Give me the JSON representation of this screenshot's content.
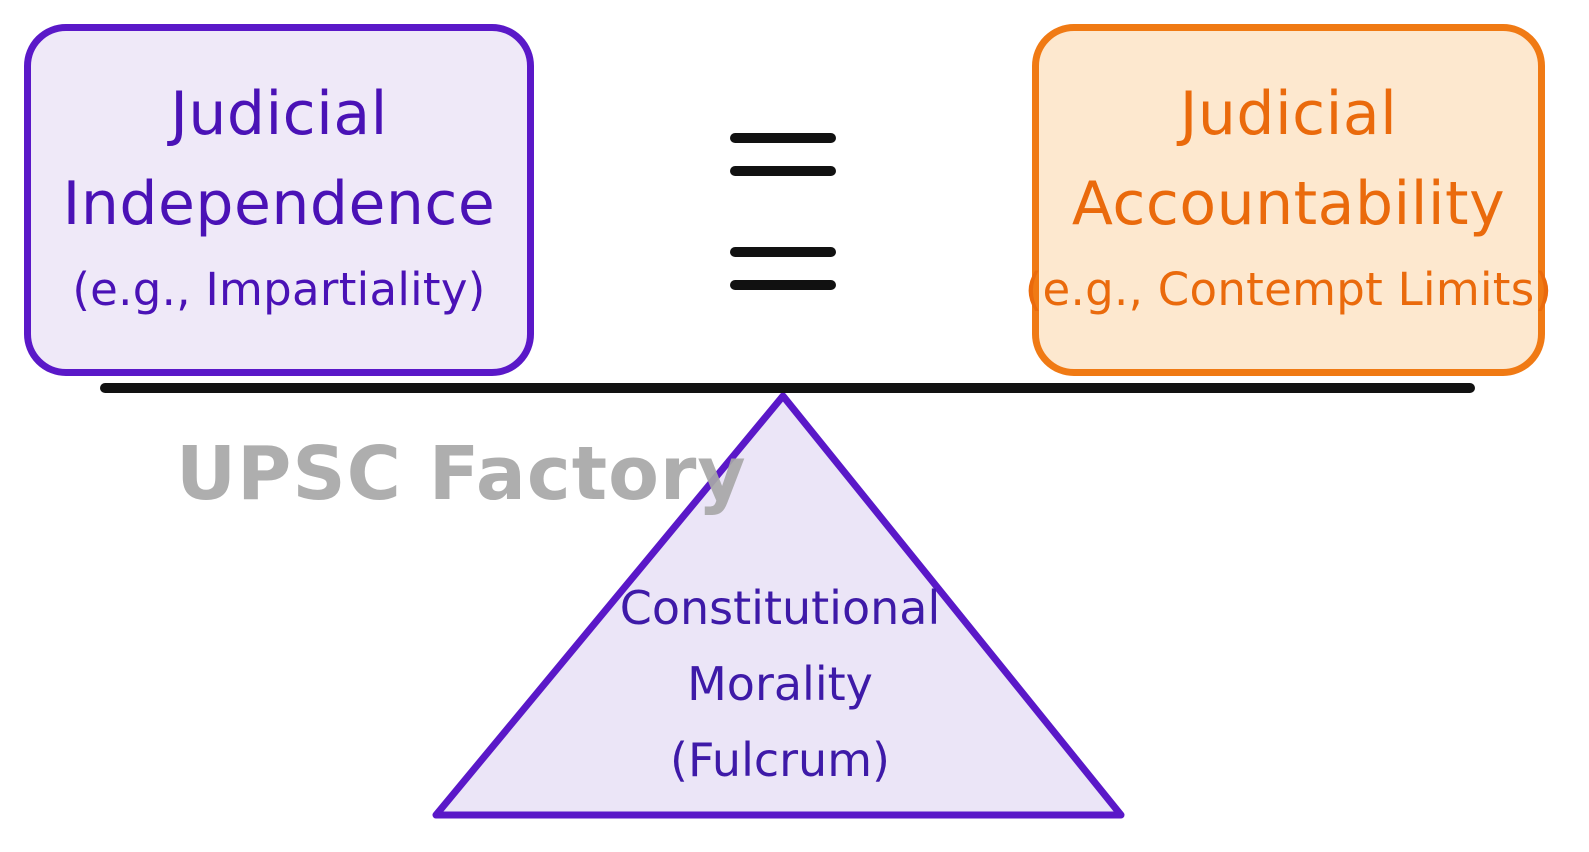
{
  "left_box": {
    "title_line1": "Judicial",
    "title_line2": "Independence",
    "subtitle": "(e.g., Impartiality)"
  },
  "right_box": {
    "title_line1": "Judicial",
    "title_line2": "Accountability",
    "subtitle": "(e.g., Contempt Limits)"
  },
  "fulcrum": {
    "line1": "Constitutional",
    "line2": "Morality",
    "line3": "(Fulcrum)"
  },
  "watermark": "UPSC Factory",
  "colors": {
    "left_accent": "#5a18c8",
    "left_fill": "#efe9f8",
    "right_accent": "#f07a14",
    "right_fill": "#fde8cf",
    "fulcrum_accent": "#5a18c8",
    "fulcrum_fill": "#ebe5f7",
    "beam": "#111111",
    "watermark": "#a8a8a8"
  }
}
